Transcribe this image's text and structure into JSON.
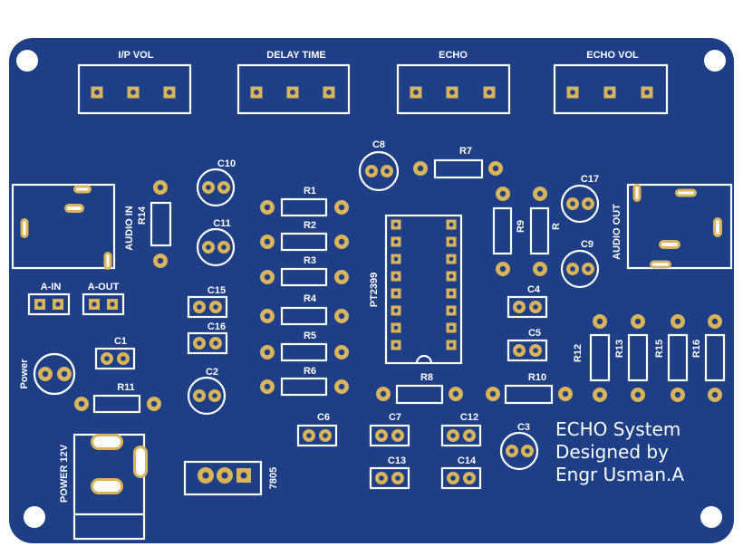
{
  "board": {
    "color_board": "#1e3f86",
    "color_pad": "#d9b45a",
    "color_hole": "#1e3f86",
    "color_silk": "#ffffff"
  },
  "labels": {
    "pot_ip_vol": "I/P VOL",
    "pot_delay_time": "DELAY TIME",
    "pot_echo": "ECHO",
    "pot_echo_vol": "ECHO VOL",
    "audio_in": "AUDIO IN",
    "audio_out": "AUDIO OUT",
    "a_in": "A-IN",
    "a_out": "A-OUT",
    "power": "Power",
    "power_12v": "POWER 12V",
    "ic": "PT2399",
    "reg": "7805",
    "C1": "C1",
    "C2": "C2",
    "C3": "C3",
    "C4": "C4",
    "C5": "C5",
    "C6": "C6",
    "C7": "C7",
    "C8": "C8",
    "C9": "C9",
    "C10": "C10",
    "C11": "C11",
    "C12": "C12",
    "C13": "C13",
    "C14": "C14",
    "C15": "C15",
    "C16": "C16",
    "C17": "C17",
    "R1": "R1",
    "R2": "R2",
    "R3": "R3",
    "R4": "R4",
    "R5": "R5",
    "R6": "R6",
    "R7": "R7",
    "R8": "R8",
    "R9": "R9",
    "R10": "R10",
    "R11": "R11",
    "R12": "R12",
    "R13": "R13",
    "R14": "R14",
    "R15": "R15",
    "R16": "R16",
    "R": "R"
  },
  "credits": {
    "line1": "ECHO System",
    "line2": "Designed by",
    "line3": "Engr Usman.A"
  }
}
